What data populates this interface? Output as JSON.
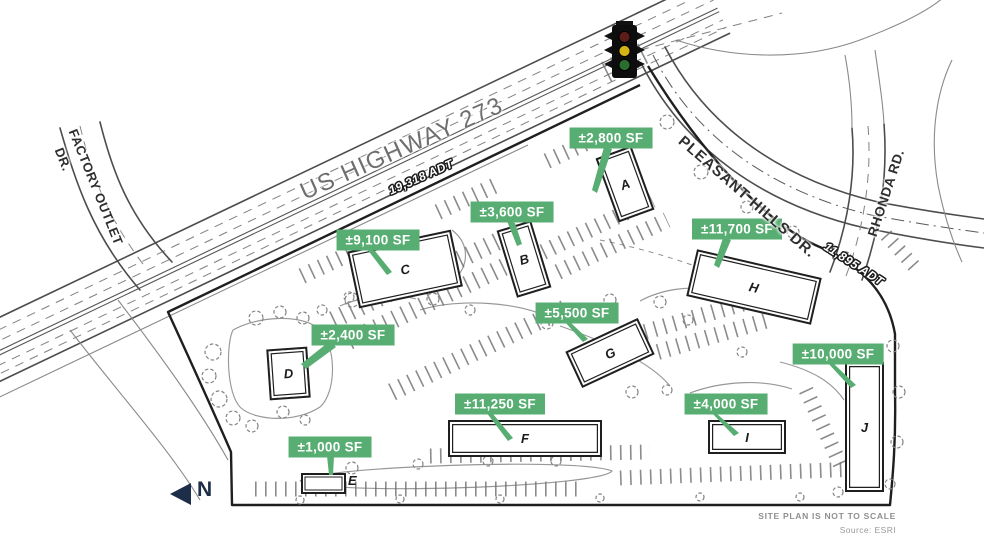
{
  "site": {
    "scale_note": "SITE PLAN IS NOT TO SCALE",
    "source_note": "Source: ESRI"
  },
  "north": {
    "label": "N"
  },
  "roads": {
    "highway": {
      "name": "US HIGHWAY 273",
      "adt": "19,318 ADT"
    },
    "pleasant_hills": {
      "name": "PLEASANT HILLS DR."
    },
    "rhonda": {
      "name": "RHONDA RD.",
      "adt": "11,895 ADT"
    },
    "factory_outlet": {
      "line1": "FACTORY OUTLET",
      "line2": "DR."
    }
  },
  "traffic_signal": {
    "lights": [
      "red",
      "yellow",
      "green"
    ]
  },
  "buildings": [
    {
      "id": "A",
      "sf": "±2,800 SF"
    },
    {
      "id": "B",
      "sf": "±3,600 SF"
    },
    {
      "id": "C",
      "sf": "±9,100 SF"
    },
    {
      "id": "D",
      "sf": "±2,400 SF"
    },
    {
      "id": "E",
      "sf": "±1,000 SF"
    },
    {
      "id": "F",
      "sf": "±11,250 SF"
    },
    {
      "id": "G",
      "sf": "±5,500 SF"
    },
    {
      "id": "H",
      "sf": "±11,700 SF"
    },
    {
      "id": "I",
      "sf": "±4,000 SF"
    },
    {
      "id": "J",
      "sf": "±10,000 SF"
    }
  ],
  "colors": {
    "badge_green": "#58ad72",
    "navy": "#1c2e49"
  }
}
